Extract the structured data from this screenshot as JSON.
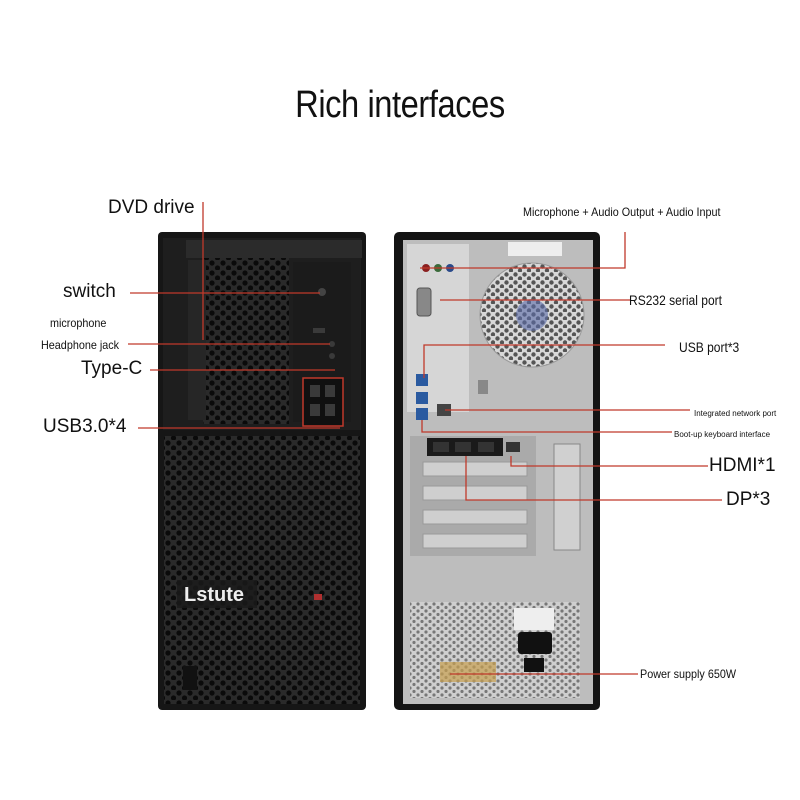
{
  "title": "Rich interfaces",
  "brand": "Lstute",
  "front_labels": {
    "dvd": "DVD drive",
    "switch": "switch",
    "microphone": "microphone",
    "headphone": "Headphone jack",
    "typec": "Type-C",
    "usb": "USB3.0*4"
  },
  "rear_labels": {
    "audio": "Microphone + Audio Output + Audio Input",
    "serial": "RS232 serial port",
    "usb": "USB port*3",
    "network": "Integrated network port",
    "keyboard": "Boot-up keyboard interface",
    "hdmi": "HDMI*1",
    "dp": "DP*3",
    "power": "Power supply 650W"
  },
  "colors": {
    "leader": "#c0392b",
    "case": "#1a1a1a",
    "panel": "#c9c9c9"
  }
}
